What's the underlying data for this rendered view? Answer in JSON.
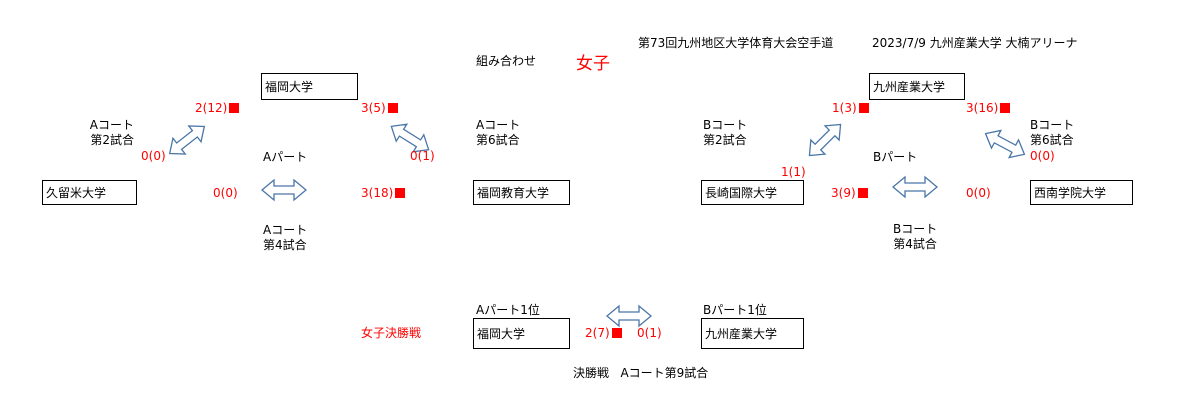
{
  "header": {
    "title": "第73回九州地区大学体育大会空手道",
    "info": "2023/7/9  九州産業大学  大楠アリーナ",
    "subtitle": "組み合わせ",
    "category": "女子"
  },
  "a_part": {
    "label": "Aパート",
    "teams": {
      "top": "福岡大学",
      "left": "久留米大学",
      "right": "福岡教育大学"
    },
    "match2": {
      "court": "Aコート",
      "game": "第2試合",
      "top_score": "2(12)",
      "left_score": "0(0)"
    },
    "match6": {
      "court": "Aコート",
      "game": "第6試合",
      "top_score": "3(5)",
      "right_score": "0(1)"
    },
    "match4": {
      "court": "Aコート",
      "game": "第4試合",
      "left_score": "0(0)",
      "right_score": "3(18)"
    }
  },
  "b_part": {
    "label": "Bパート",
    "teams": {
      "top": "九州産業大学",
      "left": "長崎国際大学",
      "right": "西南学院大学"
    },
    "match2": {
      "court": "Bコート",
      "game": "第2試合",
      "top_score": "1(3)",
      "left_score": "1(1)"
    },
    "match6": {
      "court": "Bコート",
      "game": "第6試合",
      "top_score": "3(16)",
      "right_score": "0(0)"
    },
    "match4": {
      "court": "Bコート",
      "game": "第4試合",
      "left_score": "3(9)",
      "right_score": "0(0)"
    }
  },
  "final": {
    "label": "女子決勝戦",
    "a_seed": "Aパート1位",
    "b_seed": "Bパート1位",
    "a_team": "福岡大学",
    "b_team": "九州産業大学",
    "a_score": "2(7)",
    "b_score": "0(1)",
    "match": "決勝戦   Aコート第9試合"
  },
  "colors": {
    "score": "#ff0000",
    "arrow": "#4a76a8"
  }
}
